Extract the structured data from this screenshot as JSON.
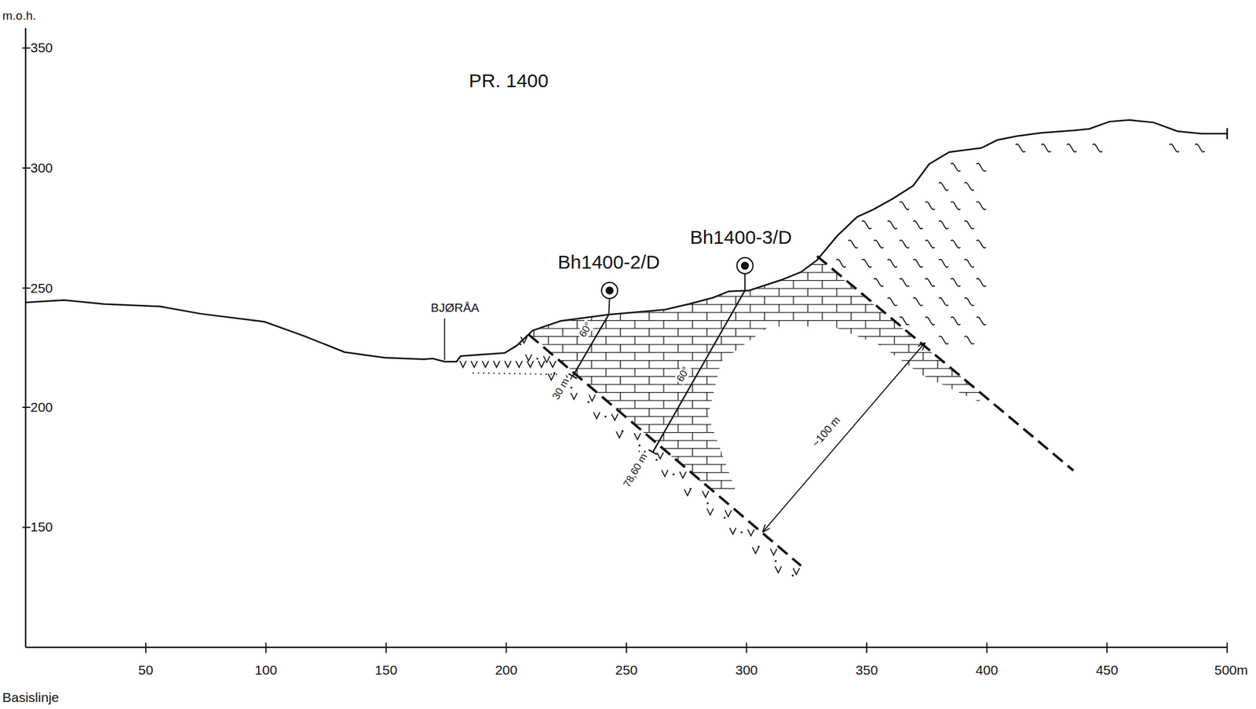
{
  "diagram": {
    "title": "PR. 1400",
    "labels": [
      "m.o.h.",
      "350",
      "300",
      "250",
      "200",
      "150",
      "50",
      "100",
      "150",
      "200",
      "250",
      "300",
      "350",
      "400",
      "450",
      "500m",
      "Basislinje",
      "BJØRÅA",
      "Bh1400-2/D",
      "Bh1400-3/D",
      "60°",
      "60°",
      "30 m",
      "78,60 m",
      "~100 m"
    ]
  }
}
